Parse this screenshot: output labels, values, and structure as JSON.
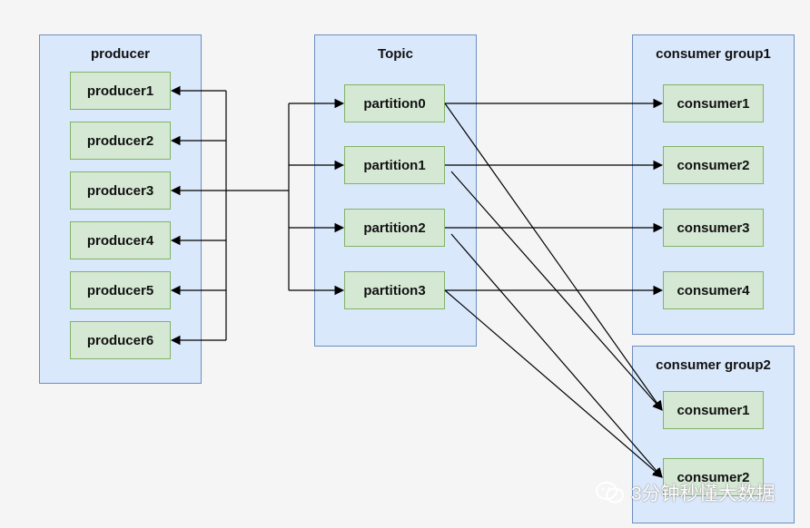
{
  "groups": {
    "producer": "producer",
    "topic": "Topic",
    "consumer_group1": "consumer group1",
    "consumer_group2": "consumer group2"
  },
  "producers": [
    "producer1",
    "producer2",
    "producer3",
    "producer4",
    "producer5",
    "producer6"
  ],
  "partitions": [
    "partition0",
    "partition1",
    "partition2",
    "partition3"
  ],
  "group1_consumers": [
    "consumer1",
    "consumer2",
    "consumer3",
    "consumer4"
  ],
  "group2_consumers": [
    "consumer1",
    "consumer2"
  ],
  "watermark": "3分钟秒懂大数据",
  "colors": {
    "container_fill": "#dae8fc",
    "container_stroke": "#6c8ebf",
    "node_fill": "#d5e8d4",
    "node_stroke": "#82b366",
    "edge": "#000000"
  }
}
